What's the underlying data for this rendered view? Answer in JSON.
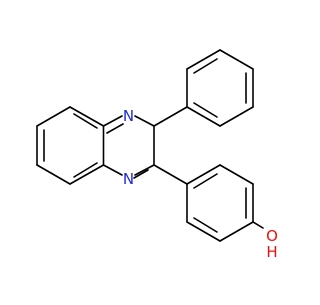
{
  "molecule": {
    "atom_labels": {
      "n_top": "N",
      "n_bottom": "N",
      "hydroxyl_o": "O",
      "hydroxyl_h": "H"
    },
    "colors": {
      "bond": "#000000",
      "nitrogen": "#1f2bd6",
      "oxygen": "#e8120c",
      "background": "#ffffff"
    }
  }
}
